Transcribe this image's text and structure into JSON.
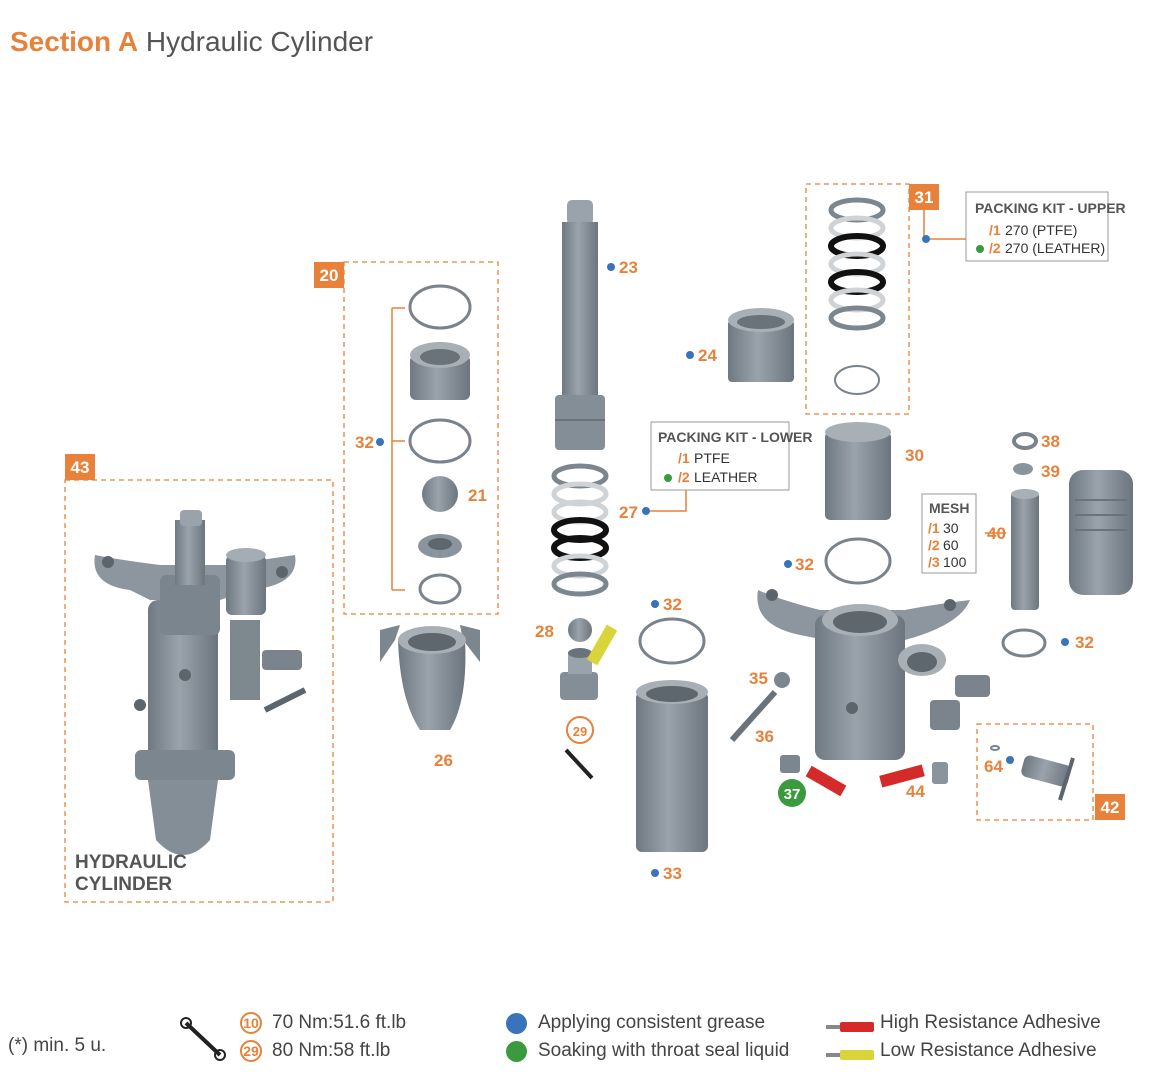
{
  "title": {
    "section": "Section A",
    "name": "Hydraulic Cylinder"
  },
  "colors": {
    "accent": "#e8813a",
    "part": "#8a949c",
    "grease": "#3a72bb",
    "throat_seal": "#3a9a3e",
    "high_adhesive": "#d42a2a",
    "low_adhesive": "#d9d43a"
  },
  "parts": [
    "20",
    "21",
    "23",
    "24",
    "26",
    "27",
    "28",
    "30",
    "31",
    "32",
    "33",
    "35",
    "36",
    "37",
    "38",
    "39",
    "40",
    "42",
    "43",
    "44",
    "64"
  ],
  "callouts": {
    "n20": "20",
    "n21": "21",
    "n23": "23",
    "n24": "24",
    "n26": "26",
    "n27": "27",
    "n28": "28",
    "n29": "29",
    "n30": "30",
    "n31": "31",
    "n32": "32",
    "n33": "33",
    "n35": "35",
    "n36": "36",
    "n37": "37",
    "n38": "38",
    "n39": "39",
    "n40": "40",
    "n42": "42",
    "n43": "43",
    "n44": "44",
    "n64": "64"
  },
  "packing_upper": {
    "title": "PACKING KIT - UPPER",
    "items": [
      {
        "code": "/1",
        "text": "270 (PTFE)"
      },
      {
        "code": "/2",
        "text": "270 (LEATHER)"
      }
    ]
  },
  "packing_lower": {
    "title": "PACKING KIT - LOWER",
    "items": [
      {
        "code": "/1",
        "text": "PTFE"
      },
      {
        "code": "/2",
        "text": "LEATHER"
      }
    ]
  },
  "mesh": {
    "title": "MESH",
    "items": [
      {
        "code": "/1",
        "text": "30"
      },
      {
        "code": "/2",
        "text": "60"
      },
      {
        "code": "/3",
        "text": "100"
      }
    ]
  },
  "hydraulic_label": {
    "line1": "HYDRAULIC",
    "line2": "CYLINDER"
  },
  "legend": {
    "torque": [
      {
        "num": "10",
        "text": "70 Nm:51.6 ft.lb"
      },
      {
        "num": "29",
        "text": "80 Nm:58 ft.lb"
      }
    ],
    "grease": "Applying consistent grease",
    "throat": "Soaking with throat seal liquid",
    "high_adhesive": "High Resistance Adhesive",
    "low_adhesive": "Low Resistance Adhesive"
  },
  "note": "(*) min. 5 u."
}
